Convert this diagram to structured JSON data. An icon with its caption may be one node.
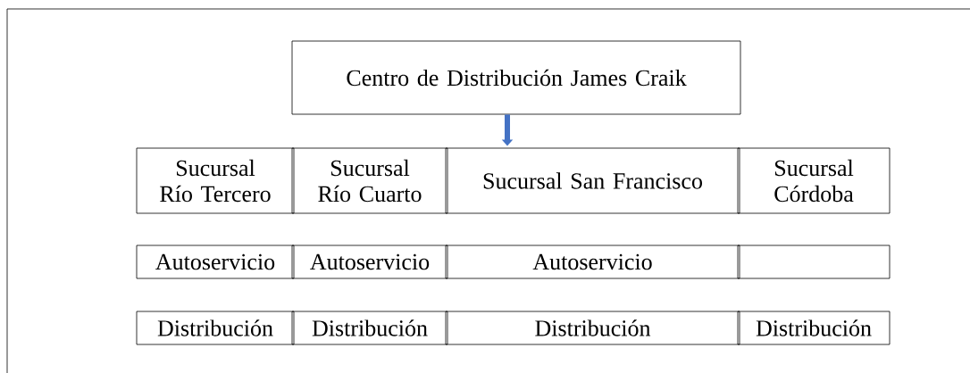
{
  "diagram": {
    "nodes": [
      {
        "text": [
          "Centro de Distribución James Craik"
        ]
      },
      {
        "text": [
          "Sucursal Río Tercero"
        ]
      },
      {
        "text": [
          "Sucursal Río Cuarto"
        ]
      },
      {
        "text": [
          "Sucursal San Francisco"
        ]
      },
      {
        "text": [
          "Sucursal Córdoba"
        ]
      },
      {
        "text": [
          "Autoservicio"
        ]
      },
      {
        "text": [
          "Autoservicio"
        ]
      },
      {
        "text": [
          "Autoservicio"
        ]
      },
      {
        "text": [],
        "shape": "box"
      },
      {
        "text": [
          "Distribución"
        ]
      },
      {
        "text": [
          "Distribución"
        ]
      },
      {
        "text": [
          "Distribución"
        ]
      },
      {
        "text": [
          "Distribución"
        ]
      }
    ],
    "edges": [
      {
        "from": 0,
        "to": 3,
        "arrow": "to"
      }
    ]
  }
}
